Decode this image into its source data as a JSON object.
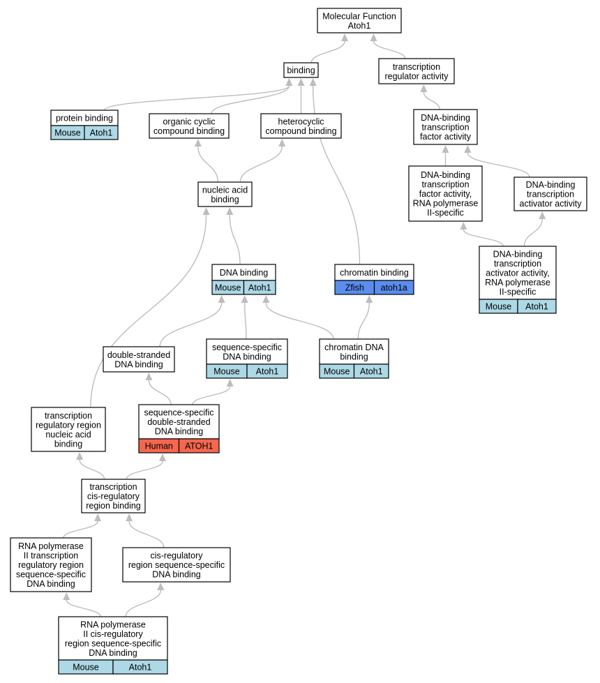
{
  "colors": {
    "mouse": "#add8e6",
    "human": "#f4674e",
    "zfish": "#5b8def",
    "edge": "#bdbdbd"
  },
  "nodes": {
    "mf": {
      "lines": [
        "Molecular Function",
        "Atoh1"
      ]
    },
    "binding": {
      "lines": [
        "binding"
      ]
    },
    "tra": {
      "lines": [
        "transcription",
        "regulator activity"
      ]
    },
    "protein": {
      "lines": [
        "protein binding"
      ],
      "anno": [
        "Mouse",
        "Atoh1"
      ],
      "species": "mouse"
    },
    "organic": {
      "lines": [
        "organic cyclic",
        "compound binding"
      ]
    },
    "hetero": {
      "lines": [
        "heterocyclic",
        "compound binding"
      ]
    },
    "dbtf": {
      "lines": [
        "DNA-binding",
        "transcription",
        "factor activity"
      ]
    },
    "dbtfpol2": {
      "lines": [
        "DNA-binding",
        "transcription",
        "factor activity,",
        "RNA polymerase",
        "II-specific"
      ]
    },
    "dbtact": {
      "lines": [
        "DNA-binding",
        "transcription",
        "activator activity"
      ]
    },
    "nucleic": {
      "lines": [
        "nucleic acid",
        "binding"
      ]
    },
    "dna": {
      "lines": [
        "DNA binding"
      ],
      "anno": [
        "Mouse",
        "Atoh1"
      ],
      "species": "mouse"
    },
    "chromatin": {
      "lines": [
        "chromatin binding"
      ],
      "anno": [
        "Zfish",
        "atoh1a"
      ],
      "species": "zfish"
    },
    "dbtactpol2": {
      "lines": [
        "DNA-binding",
        "transcription",
        "activator activity,",
        "RNA polymerase",
        "II-specific"
      ],
      "anno": [
        "Mouse",
        "Atoh1"
      ],
      "species": "mouse"
    },
    "dsdna": {
      "lines": [
        "double-stranded",
        "DNA binding"
      ]
    },
    "ssdna": {
      "lines": [
        "sequence-specific",
        "DNA binding"
      ],
      "anno": [
        "Mouse",
        "Atoh1"
      ],
      "species": "mouse"
    },
    "chromdna": {
      "lines": [
        "chromatin DNA",
        "binding"
      ],
      "anno": [
        "Mouse",
        "Atoh1"
      ],
      "species": "mouse"
    },
    "trrnab": {
      "lines": [
        "transcription",
        "regulatory region",
        "nucleic acid",
        "binding"
      ]
    },
    "ssds": {
      "lines": [
        "sequence-specific",
        "double-stranded",
        "DNA binding"
      ],
      "anno": [
        "Human",
        "ATOH1"
      ],
      "species": "human"
    },
    "tcis": {
      "lines": [
        "transcription",
        "cis-regulatory",
        "region binding"
      ]
    },
    "rnap2tr": {
      "lines": [
        "RNA polymerase",
        "II transcription",
        "regulatory region",
        "sequence-specific",
        "DNA binding"
      ]
    },
    "cisreg": {
      "lines": [
        "cis-regulatory",
        "region sequence-specific",
        "DNA binding"
      ]
    },
    "rnap2cis": {
      "lines": [
        "RNA polymerase",
        "II cis-regulatory",
        "region sequence-specific",
        "DNA binding"
      ],
      "anno": [
        "Mouse",
        "Atoh1"
      ],
      "species": "mouse"
    }
  },
  "edges": [
    [
      "binding",
      "mf"
    ],
    [
      "tra",
      "mf"
    ],
    [
      "protein",
      "binding"
    ],
    [
      "organic",
      "binding"
    ],
    [
      "hetero",
      "binding"
    ],
    [
      "chromatin",
      "binding"
    ],
    [
      "dbtf",
      "tra"
    ],
    [
      "dbtfpol2",
      "dbtf"
    ],
    [
      "dbtact",
      "dbtf"
    ],
    [
      "dbtactpol2",
      "dbtfpol2"
    ],
    [
      "dbtactpol2",
      "dbtact"
    ],
    [
      "nucleic",
      "organic"
    ],
    [
      "nucleic",
      "hetero"
    ],
    [
      "dna",
      "nucleic"
    ],
    [
      "trrnab",
      "nucleic"
    ],
    [
      "dsdna",
      "dna"
    ],
    [
      "ssdna",
      "dna"
    ],
    [
      "chromdna",
      "dna"
    ],
    [
      "chromdna",
      "chromatin"
    ],
    [
      "ssds",
      "dsdna"
    ],
    [
      "ssds",
      "ssdna"
    ],
    [
      "tcis",
      "trrnab"
    ],
    [
      "tcis",
      "ssds"
    ],
    [
      "rnap2tr",
      "tcis"
    ],
    [
      "cisreg",
      "tcis"
    ],
    [
      "rnap2cis",
      "rnap2tr"
    ],
    [
      "rnap2cis",
      "cisreg"
    ]
  ]
}
